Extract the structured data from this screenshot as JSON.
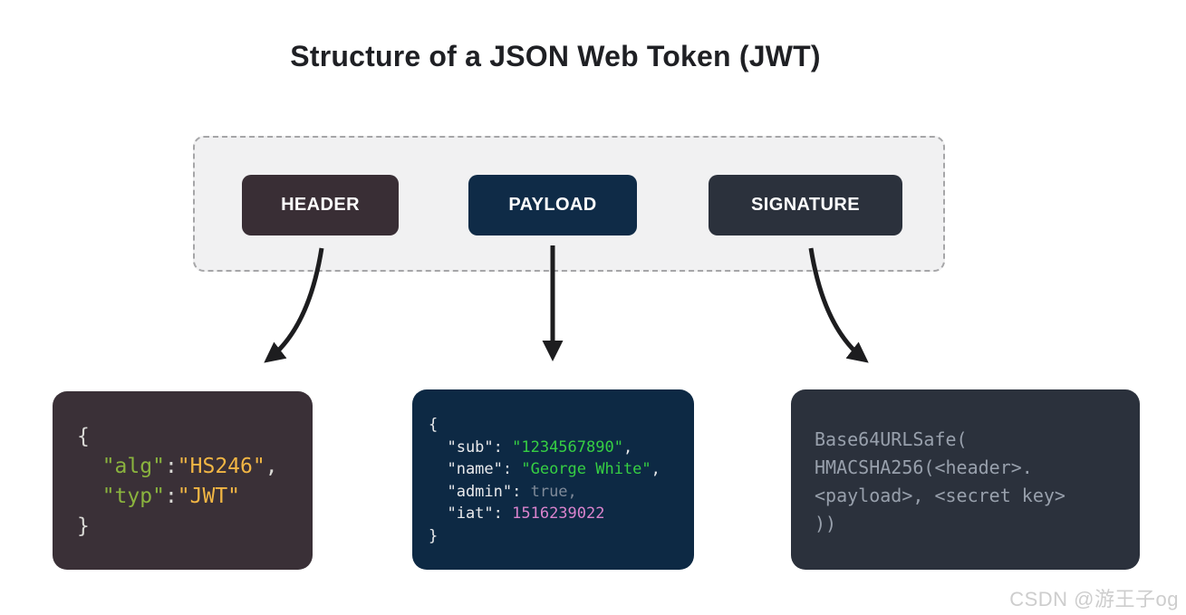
{
  "title": "Structure of a JSON Web Token (JWT)",
  "watermark": "CSDN @游王子og",
  "pills": {
    "header": "HEADER",
    "payload": "PAYLOAD",
    "signature": "SIGNATURE"
  },
  "colors": {
    "header_bg": "#392e35",
    "payload_bg": "#0f2b47",
    "signature_bg": "#2b313c",
    "container_bg": "#f1f1f2",
    "container_border": "#a6a6a8",
    "arrow": "#1d1d1f",
    "code_key_green": "#8ab33e",
    "code_value_amber": "#f2b644",
    "code_string_green": "#36cf43",
    "code_number_pink": "#da83cd",
    "code_bool_gray": "#7f8a99",
    "signature_text": "#98a0ac"
  },
  "code": {
    "header": {
      "l1": "{",
      "l2_key": "  \"alg\"",
      "l2_colon": ":",
      "l2_val": "\"HS246\"",
      "l2_comma": ",",
      "l3_key": "  \"typ\"",
      "l3_colon": ":",
      "l3_val": "\"JWT\"",
      "l4": "}"
    },
    "payload": {
      "l1": "{",
      "l2_key": "  \"sub\": ",
      "l2_val": "\"1234567890\"",
      "l2_comma": ",",
      "l3_key": "  \"name\": ",
      "l3_val": "\"George White\"",
      "l3_comma": ",",
      "l4_key": "  \"admin\": ",
      "l4_val": "true",
      "l4_comma": ",",
      "l5_key": "  \"iat\": ",
      "l5_val": "1516239022",
      "l6": "}"
    },
    "signature": {
      "lines": [
        "Base64URLSafe(",
        "HMACSHA256(<header>.",
        "<payload>, <secret key>",
        "))"
      ]
    }
  }
}
